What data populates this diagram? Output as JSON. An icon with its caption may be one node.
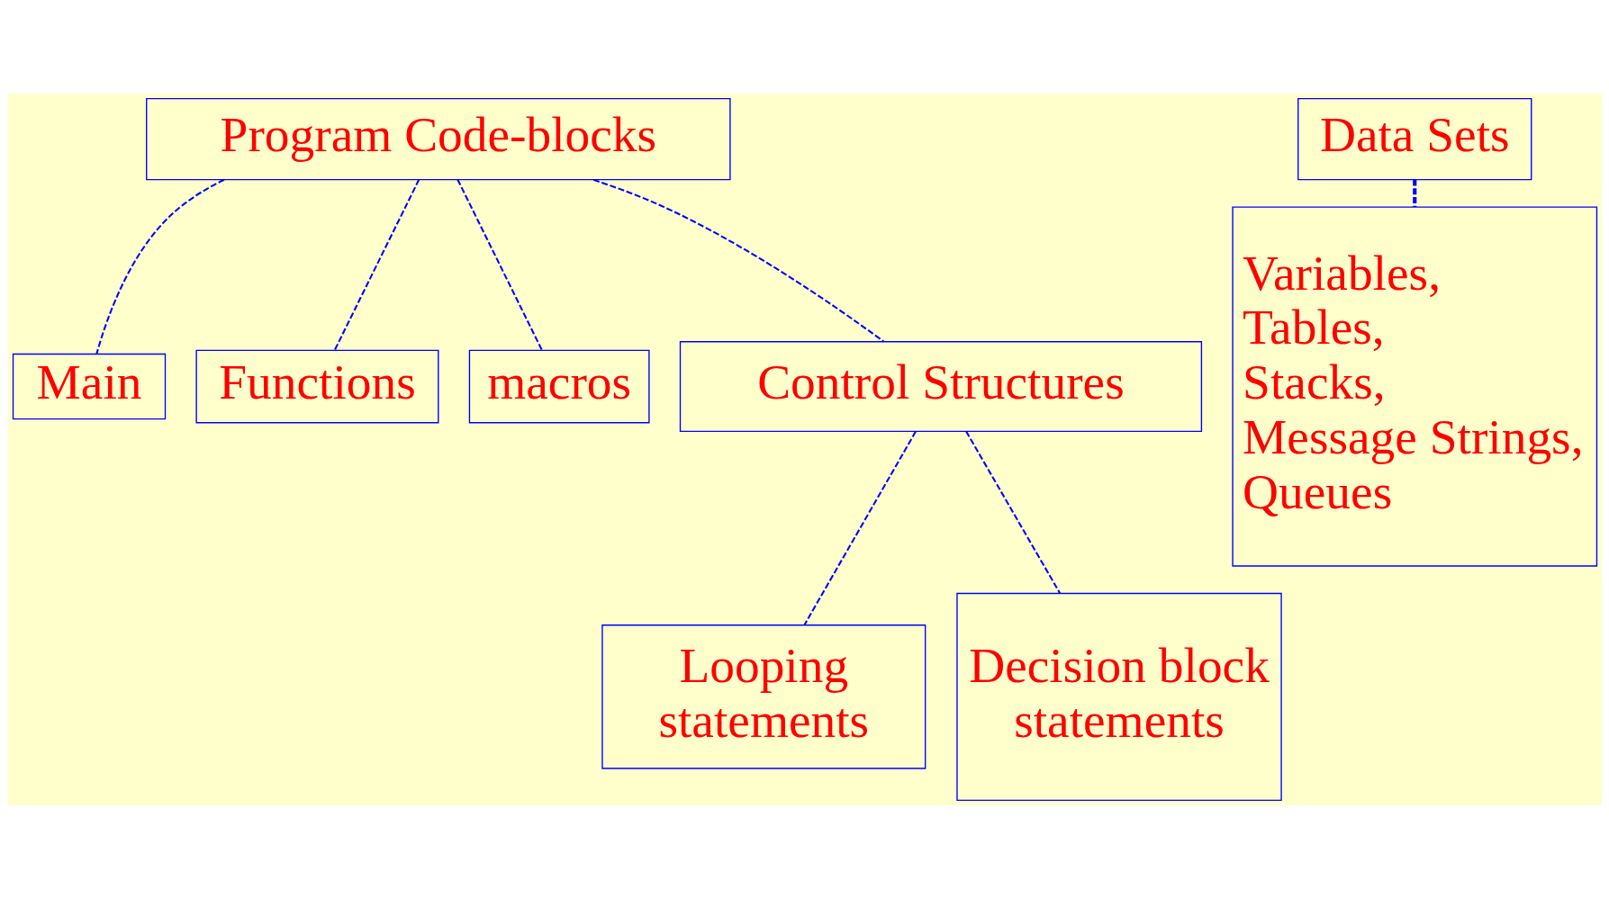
{
  "diagram": {
    "nodes": [
      {
        "text": [
          "Program Code-blocks"
        ]
      },
      {
        "text": [
          "Data Sets"
        ]
      },
      {
        "text": [
          "Main"
        ]
      },
      {
        "text": [
          "Functions"
        ]
      },
      {
        "text": [
          "macros"
        ]
      },
      {
        "text": [
          "Variables, Tables, Stacks, Message Strings, Queues"
        ]
      },
      {
        "text": [
          "Control Structures"
        ]
      },
      {
        "text": [
          "Looping statements"
        ]
      },
      {
        "text": [
          "Decision block statements"
        ]
      }
    ],
    "edges": [
      {
        "from": 0,
        "to": 2,
        "arrow": "none",
        "style": "dashed"
      },
      {
        "from": 0,
        "to": 3,
        "arrow": "none",
        "style": "dashed"
      },
      {
        "from": 0,
        "to": 4,
        "arrow": "none",
        "style": "dashed"
      },
      {
        "from": 0,
        "to": 6,
        "arrow": "none",
        "style": "dashed"
      },
      {
        "from": 1,
        "to": 5,
        "arrow": "none",
        "style": "dashed"
      },
      {
        "from": 6,
        "to": 7,
        "arrow": "none",
        "style": "dashed"
      },
      {
        "from": 6,
        "to": 8,
        "arrow": "none",
        "style": "dashed"
      }
    ]
  }
}
